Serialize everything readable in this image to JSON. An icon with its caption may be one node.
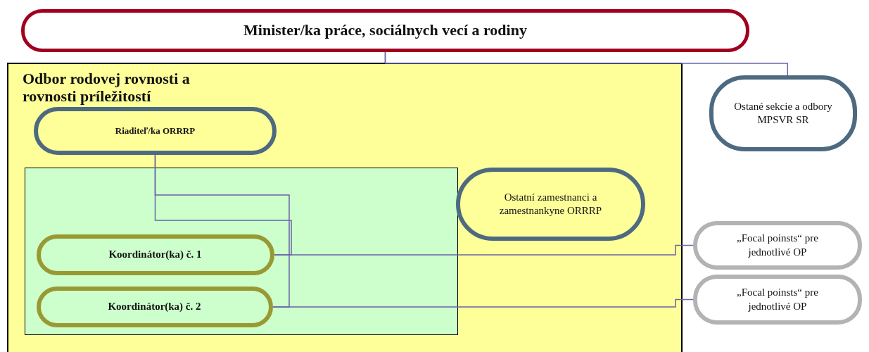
{
  "diagram": {
    "nodes": [
      {
        "text": [
          "Minister/ka práce, sociálnych vecí a rodiny"
        ]
      },
      {
        "text": [
          "Odbor rodovej rovnosti a rovnosti príležitostí"
        ]
      },
      {
        "text": [
          "Riaditeľ/ka ORRRP"
        ],
        "in": 1
      },
      {
        "text": [],
        "shape": "box",
        "in": 1
      },
      {
        "text": [
          "Ostatní zamestnanci a zamestnankyne ORRRP"
        ],
        "in": 1
      },
      {
        "text": [
          "Koordinátor(ka) č. 1"
        ],
        "in": 3
      },
      {
        "text": [
          "Koordinátor(ka) č. 2"
        ],
        "in": 3
      },
      {
        "text": [
          "Ostané sekcie a odbory MPSVR SR"
        ]
      },
      {
        "text": [
          "„Focal poinsts“ pre jednotlivé OP"
        ]
      },
      {
        "text": [
          "„Focal poinsts“ pre jednotlivé OP"
        ]
      }
    ],
    "edges": [
      {
        "from": 0,
        "to": 1,
        "arrow": "none"
      },
      {
        "from": 0,
        "to": 7,
        "arrow": "none"
      },
      {
        "from": 2,
        "to": 5,
        "arrow": "none"
      },
      {
        "from": 2,
        "to": 6,
        "arrow": "none"
      },
      {
        "from": 5,
        "to": 8,
        "arrow": "none"
      },
      {
        "from": 6,
        "to": 9,
        "arrow": "none"
      }
    ]
  }
}
